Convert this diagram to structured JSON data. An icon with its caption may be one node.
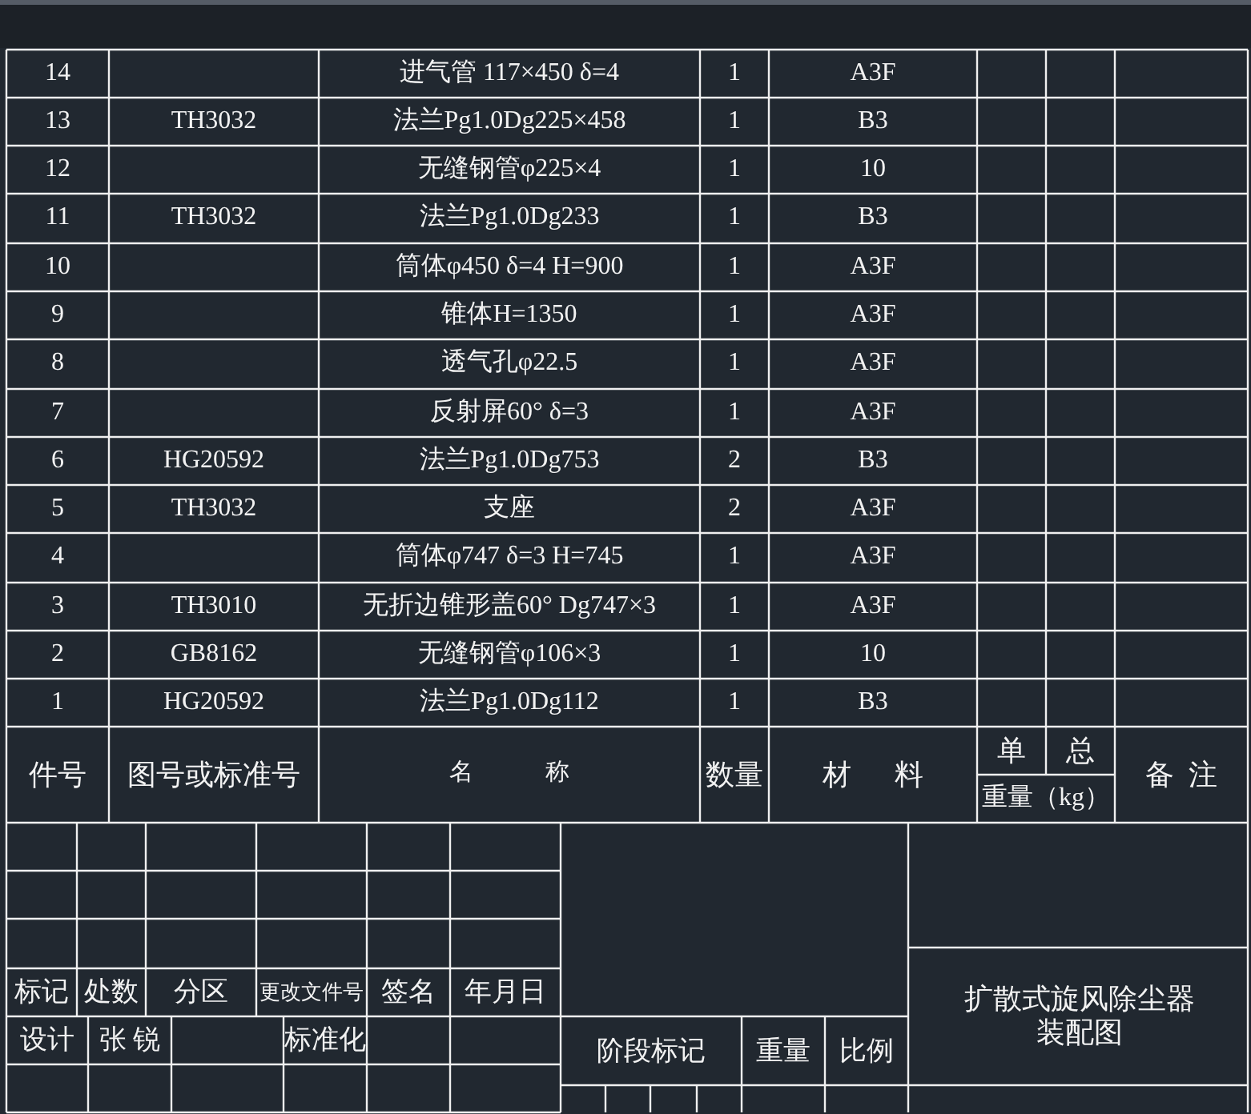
{
  "diagram": {
    "labels": [
      "14",
      "进气管 117×450 δ=4",
      "1",
      "A3F",
      "13",
      "TH3032",
      "法兰Pg1.0Dg225×458",
      "1",
      "B3",
      "12",
      "无缝钢管φ225×4",
      "1",
      "10",
      "11",
      "TH3032",
      "法兰Pg1.0Dg233",
      "1",
      "B3",
      "10",
      "筒体φ450 δ=4 H=900",
      "1",
      "A3F",
      "9",
      "锥体H=1350",
      "1",
      "A3F",
      "8",
      "透气孔φ22.5",
      "1",
      "A3F",
      "7",
      "反射屏60° δ=3",
      "1",
      "A3F",
      "6",
      "HG20592",
      "法兰Pg1.0Dg753",
      "2",
      "B3",
      "5",
      "TH3032",
      "支座",
      "2",
      "A3F",
      "4",
      "筒体φ747 δ=3 H=745",
      "1",
      "A3F",
      "3",
      "TH3010",
      "无折边锥形盖60° Dg747×3",
      "1",
      "A3F",
      "2",
      "GB8162",
      "无缝钢管φ106×3",
      "1",
      "10",
      "1",
      "HG20592",
      "法兰Pg1.0Dg112",
      "1",
      "B3",
      "件号",
      "图号或标准号",
      "名称",
      "数量",
      "材料",
      "单",
      "总",
      "重量（kg）",
      "备注",
      "标记",
      "处数",
      "分区",
      "更改文件号",
      "签名",
      "年月日",
      "设计",
      "张 锐",
      "标准化",
      "阶段标记",
      "重量",
      "比例",
      "扩散式旋风除尘器装配图"
    ]
  }
}
